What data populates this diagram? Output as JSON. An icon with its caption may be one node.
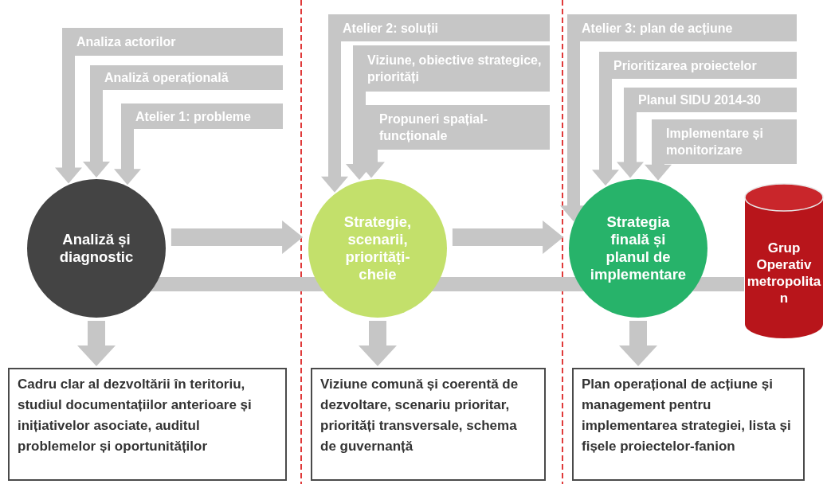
{
  "diagram": {
    "nodes": [
      {
        "text": [
          "Analiza actorilor"
        ]
      },
      {
        "text": [
          "Analiză operațională"
        ]
      },
      {
        "text": [
          "Atelier 1: probleme"
        ]
      },
      {
        "text": [
          "Analiză și diagnostic"
        ]
      },
      {
        "text": [
          "Atelier 2: soluții"
        ]
      },
      {
        "text": [
          "Viziune, obiective strategice, priorități"
        ]
      },
      {
        "text": [
          "Propuneri spațial-funcționale"
        ]
      },
      {
        "text": [
          "Strategie, scenarii, priorități-cheie"
        ]
      },
      {
        "text": [
          "Atelier 3: plan de acțiune"
        ]
      },
      {
        "text": [
          "Prioritizarea proiectelor"
        ]
      },
      {
        "text": [
          "Planul SIDU 2014-30"
        ]
      },
      {
        "text": [
          "Implementare și monitorizare"
        ]
      },
      {
        "text": [
          "Strategia finală și planul de implementare"
        ]
      },
      {
        "text": [
          "Grup Operativ metropolitan"
        ]
      },
      {
        "text": [
          "Cadru clar al dezvoltării în teritoriu, studiul documentațiilor anterioare și inițiativelor asociate, auditul problemelor și oportunităților"
        ]
      },
      {
        "text": [
          "Viziune comună și coerentă de dezvoltare, scenariu prioritar, priorități transversale, schema de guvernanță"
        ]
      },
      {
        "text": [
          "Plan operațional de acțiune și management pentru implementarea strategiei, lista și fișele proiectelor-fanion"
        ]
      }
    ],
    "edges": [
      {
        "from": 0,
        "to": 3,
        "arrow": "to"
      },
      {
        "from": 1,
        "to": 3,
        "arrow": "to"
      },
      {
        "from": 2,
        "to": 3,
        "arrow": "to"
      },
      {
        "from": 4,
        "to": 7,
        "arrow": "to"
      },
      {
        "from": 5,
        "to": 7,
        "arrow": "to"
      },
      {
        "from": 6,
        "to": 7,
        "arrow": "to"
      },
      {
        "from": 8,
        "to": 12,
        "arrow": "to"
      },
      {
        "from": 9,
        "to": 12,
        "arrow": "to"
      },
      {
        "from": 10,
        "to": 12,
        "arrow": "to"
      },
      {
        "from": 11,
        "to": 12,
        "arrow": "to"
      },
      {
        "from": 3,
        "to": 7,
        "arrow": "to"
      },
      {
        "from": 7,
        "to": 12,
        "arrow": "to"
      },
      {
        "from": 3,
        "to": 13,
        "arrow": "none"
      },
      {
        "from": 3,
        "to": 14,
        "arrow": "to"
      },
      {
        "from": 7,
        "to": 15,
        "arrow": "to"
      },
      {
        "from": 12,
        "to": 16,
        "arrow": "to"
      }
    ]
  }
}
